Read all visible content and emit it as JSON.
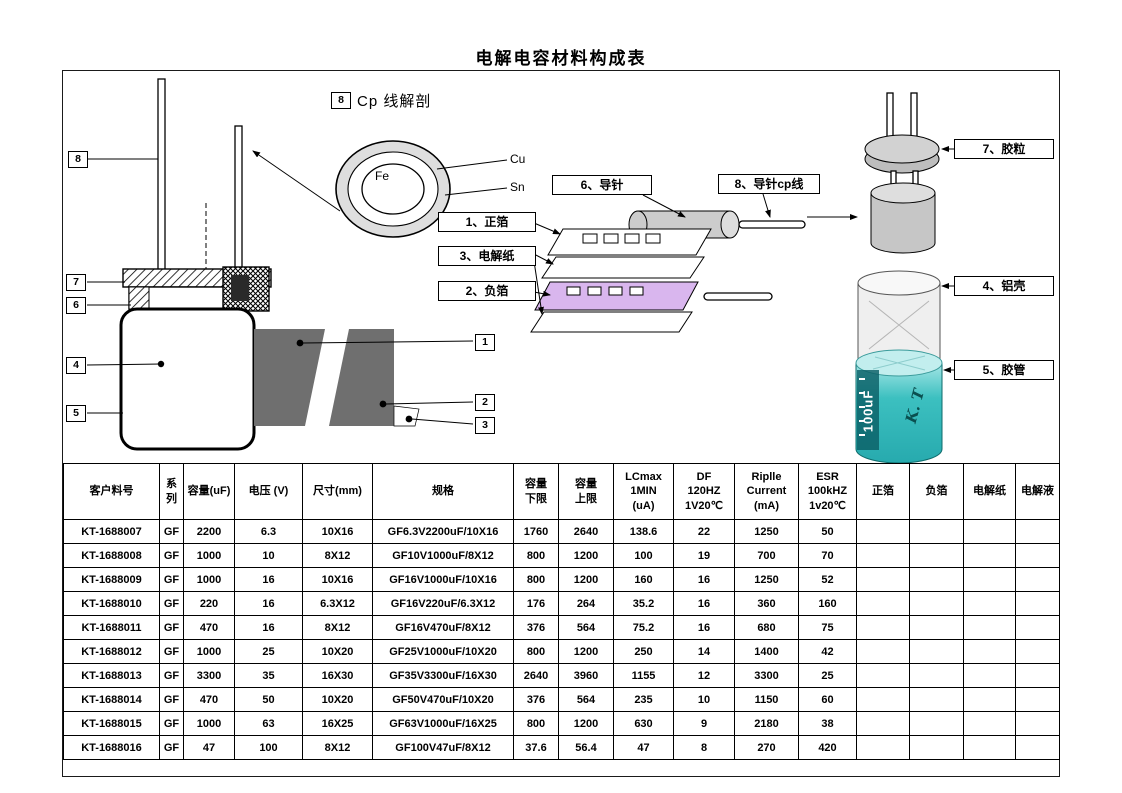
{
  "title": "电解电容材料构成表",
  "diagram": {
    "cp_title": "Cp 线解剖",
    "ring": {
      "core": "Fe",
      "copper": "Cu",
      "tin": "Sn"
    },
    "markers": {
      "m1": "1",
      "m2": "2",
      "m3": "3",
      "m4": "4",
      "m5": "5",
      "m6": "6",
      "m7": "7",
      "m8": "8"
    },
    "callouts": {
      "positive_foil": "1、正箔",
      "negative_foil": "2、负箔",
      "electrolytic_paper": "3、电解纸",
      "lead_pin": "6、导针",
      "lead_cp_wire": "8、导针cp线",
      "rubber_bung": "7、胶粒",
      "aluminum_case": "4、铝壳",
      "sleeve": "5、胶管"
    },
    "print": {
      "capacity": "100uF",
      "brand": "K. T"
    }
  },
  "table": {
    "headers": [
      "客户料号",
      "系\n列",
      "容量(uF)",
      "电压 (V)",
      "尺寸(mm)",
      "规格",
      "容量\n下限",
      "容量\n上限",
      "LCmax\n1MIN\n(uA)",
      "DF\n120HZ\n1V20℃",
      "Riplle\nCurrent\n(mA)",
      "ESR\n100kHZ\n1v20℃",
      "正箔",
      "负箔",
      "电解纸",
      "电解液"
    ],
    "rows": [
      [
        "KT-1688007",
        "GF",
        "2200",
        "6.3",
        "10X16",
        "GF6.3V2200uF/10X16",
        "1760",
        "2640",
        "138.6",
        "22",
        "1250",
        "50",
        "",
        "",
        "",
        ""
      ],
      [
        "KT-1688008",
        "GF",
        "1000",
        "10",
        "8X12",
        "GF10V1000uF/8X12",
        "800",
        "1200",
        "100",
        "19",
        "700",
        "70",
        "",
        "",
        "",
        ""
      ],
      [
        "KT-1688009",
        "GF",
        "1000",
        "16",
        "10X16",
        "GF16V1000uF/10X16",
        "800",
        "1200",
        "160",
        "16",
        "1250",
        "52",
        "",
        "",
        "",
        ""
      ],
      [
        "KT-1688010",
        "GF",
        "220",
        "16",
        "6.3X12",
        "GF16V220uF/6.3X12",
        "176",
        "264",
        "35.2",
        "16",
        "360",
        "160",
        "",
        "",
        "",
        ""
      ],
      [
        "KT-1688011",
        "GF",
        "470",
        "16",
        "8X12",
        "GF16V470uF/8X12",
        "376",
        "564",
        "75.2",
        "16",
        "680",
        "75",
        "",
        "",
        "",
        ""
      ],
      [
        "KT-1688012",
        "GF",
        "1000",
        "25",
        "10X20",
        "GF25V1000uF/10X20",
        "800",
        "1200",
        "250",
        "14",
        "1400",
        "42",
        "",
        "",
        "",
        ""
      ],
      [
        "KT-1688013",
        "GF",
        "3300",
        "35",
        "16X30",
        "GF35V3300uF/16X30",
        "2640",
        "3960",
        "1155",
        "12",
        "3300",
        "25",
        "",
        "",
        "",
        ""
      ],
      [
        "KT-1688014",
        "GF",
        "470",
        "50",
        "10X20",
        "GF50V470uF/10X20",
        "376",
        "564",
        "235",
        "10",
        "1150",
        "60",
        "",
        "",
        "",
        ""
      ],
      [
        "KT-1688015",
        "GF",
        "1000",
        "63",
        "16X25",
        "GF63V1000uF/16X25",
        "800",
        "1200",
        "630",
        "9",
        "2180",
        "38",
        "",
        "",
        "",
        ""
      ],
      [
        "KT-1688016",
        "GF",
        "47",
        "100",
        "8X12",
        "GF100V47uF/8X12",
        "37.6",
        "56.4",
        "47",
        "8",
        "270",
        "420",
        "",
        "",
        "",
        ""
      ]
    ]
  }
}
